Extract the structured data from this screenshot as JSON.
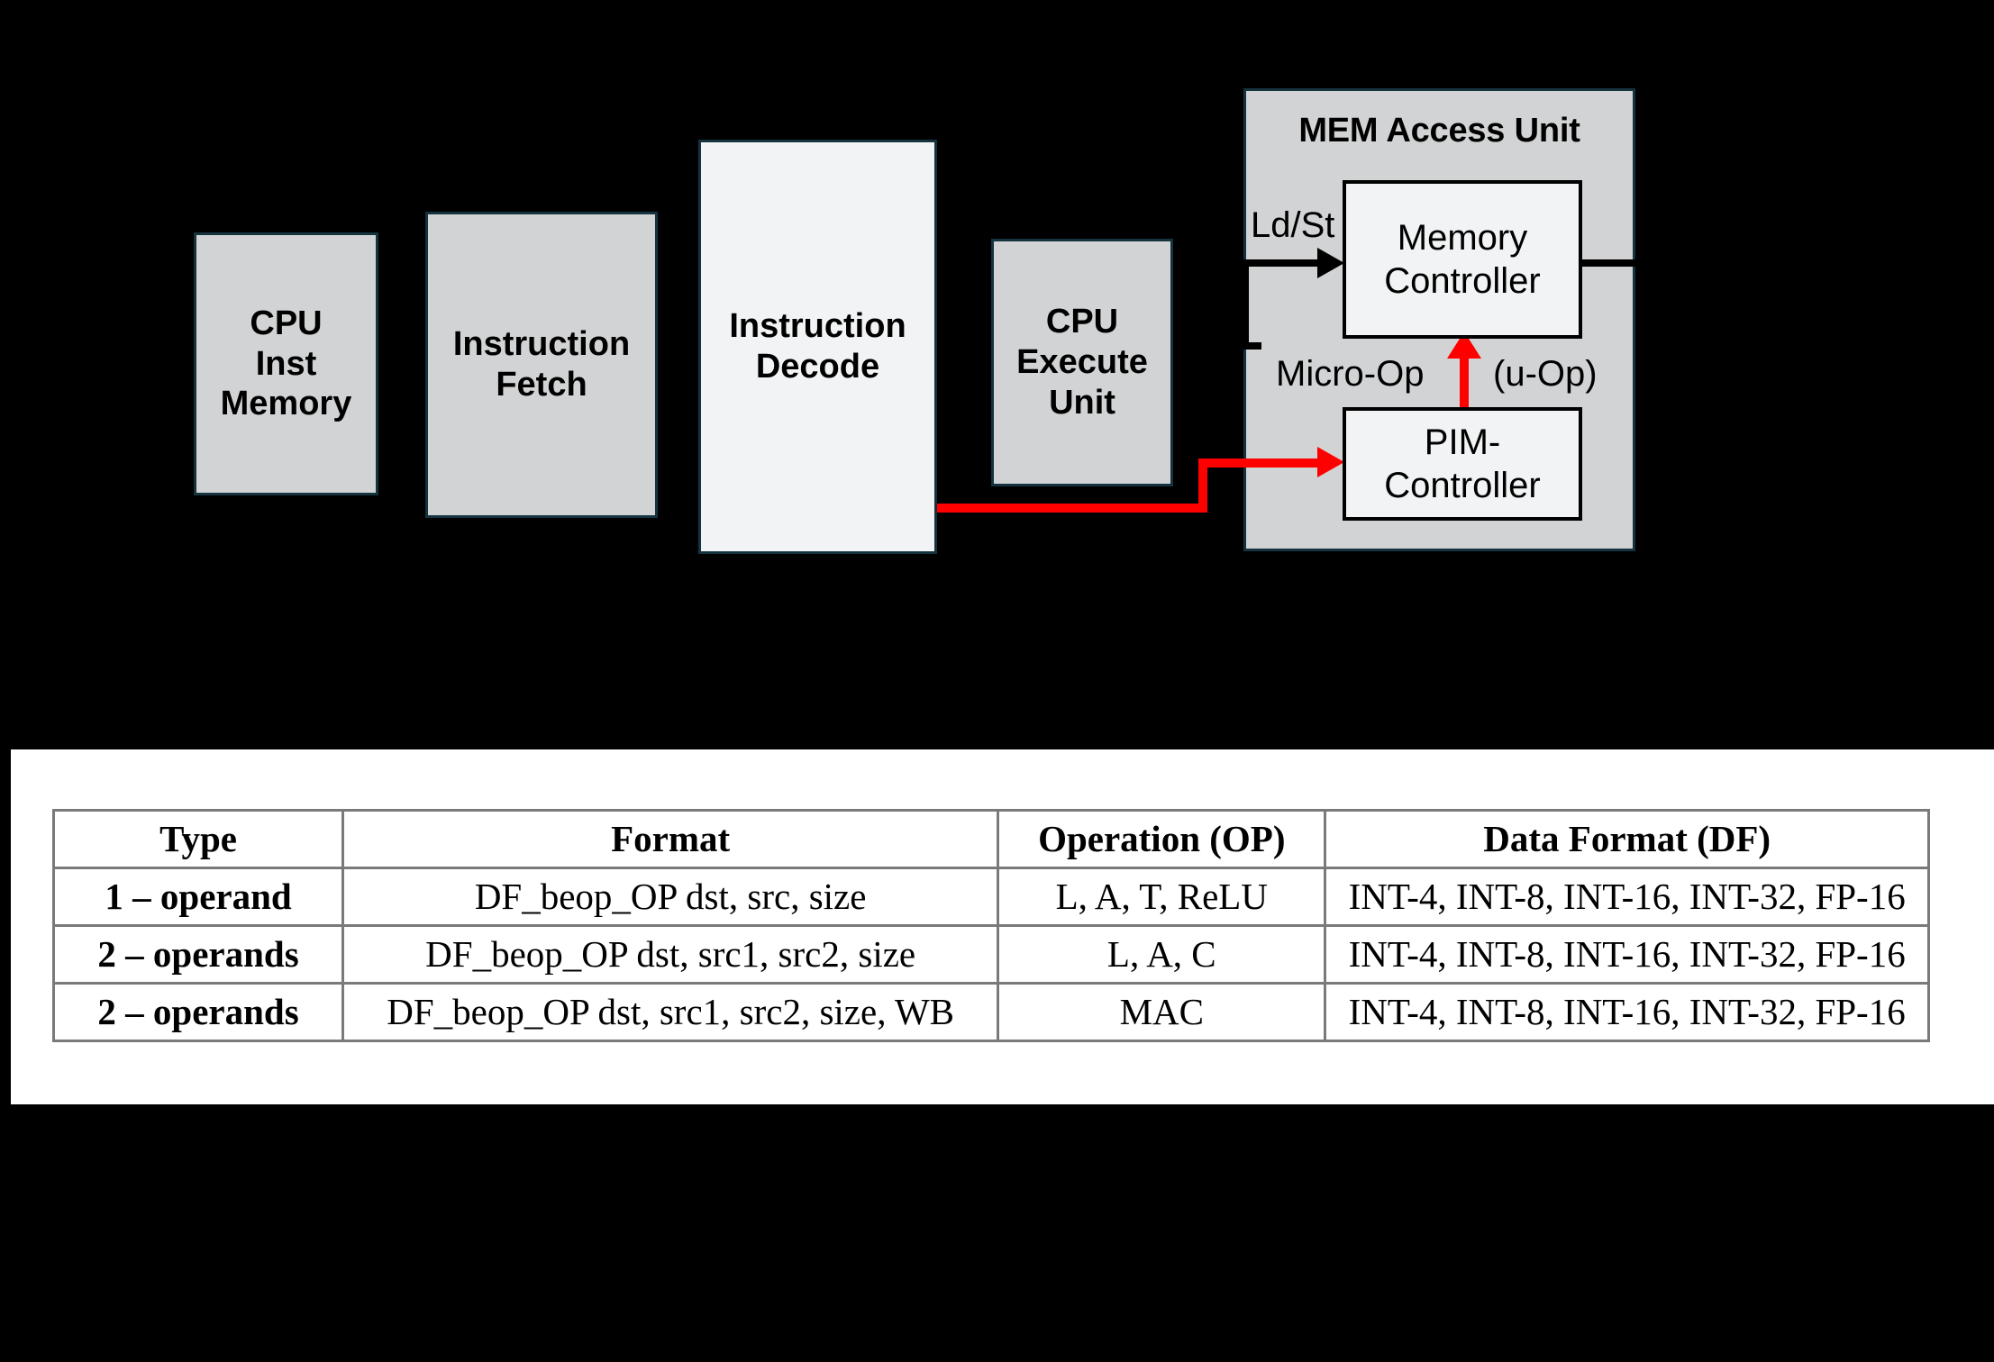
{
  "diagram": {
    "blocks": [
      {
        "id": "cpu-inst-memory",
        "label": "CPU\nInst\nMemory"
      },
      {
        "id": "instruction-fetch",
        "label": "Instruction\nFetch"
      },
      {
        "id": "instruction-decode",
        "label": "Instruction\nDecode"
      },
      {
        "id": "cpu-execute-unit",
        "label": "CPU\nExecute\nUnit"
      }
    ],
    "mem_access_unit": {
      "title": "MEM Access Unit",
      "memory_controller_label": "Memory\nController",
      "pim_controller_label": "PIM-\nController",
      "ldst_label": "Ld/St",
      "micro_op_label": "Micro-Op",
      "u_op_label": "(u-Op)"
    },
    "colors": {
      "background": "#000000",
      "block_fill_gray": "#d2d3d4",
      "block_fill_white": "#f2f3f4",
      "block_border": "#15323f",
      "wire_black": "#000000",
      "wire_red": "#ff0000"
    }
  },
  "isa_table": {
    "headers": [
      "Type",
      "Format",
      "Operation (OP)",
      "Data Format (DF)"
    ],
    "rows": [
      {
        "type": "1 – operand",
        "format": "DF_beop_OP dst, src, size",
        "operation": "L, A, T, ReLU",
        "data_format": "INT-4, INT-8, INT-16, INT-32, FP-16"
      },
      {
        "type": "2 – operands",
        "format": "DF_beop_OP dst, src1, src2, size",
        "operation": "L, A, C",
        "data_format": "INT-4, INT-8, INT-16, INT-32, FP-16"
      },
      {
        "type": "2 – operands",
        "format": "DF_beop_OP dst, src1, src2, size, WB",
        "operation": "MAC",
        "data_format": "INT-4, INT-8, INT-16, INT-32, FP-16"
      }
    ]
  }
}
